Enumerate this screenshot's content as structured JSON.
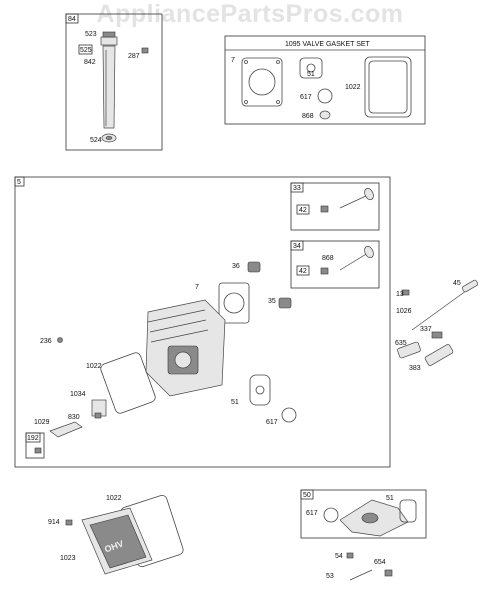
{
  "watermark": "AppliancePartsPros.com",
  "kit_title": "1095 VALVE GASKET SET",
  "boxes": {
    "b84": "84",
    "b525": "525",
    "b5": "5",
    "b33": "33",
    "b42a": "42",
    "b34": "34",
    "b42b": "42",
    "b192": "192",
    "b50": "50"
  },
  "labels": {
    "l523": "523",
    "l842": "842",
    "l287": "287",
    "l524": "524",
    "l7a": "7",
    "l51a": "51",
    "l617a": "617",
    "l1022a": "1022",
    "l868a": "868",
    "l36": "36",
    "l7b": "7",
    "l35": "35",
    "l868b": "868",
    "l236": "236",
    "l1022b": "1022",
    "l1034": "1034",
    "l830": "830",
    "l1029": "1029",
    "l51b": "51",
    "l617b": "617",
    "l13": "13",
    "l45": "45",
    "l1026": "1026",
    "l337": "337",
    "l635": "635",
    "l383": "383",
    "l1022c": "1022",
    "l914": "914",
    "l1023": "1023",
    "l617c": "617",
    "l51c": "51",
    "l54": "54",
    "l654": "654",
    "l53": "53"
  },
  "cover_logo": "OHV"
}
